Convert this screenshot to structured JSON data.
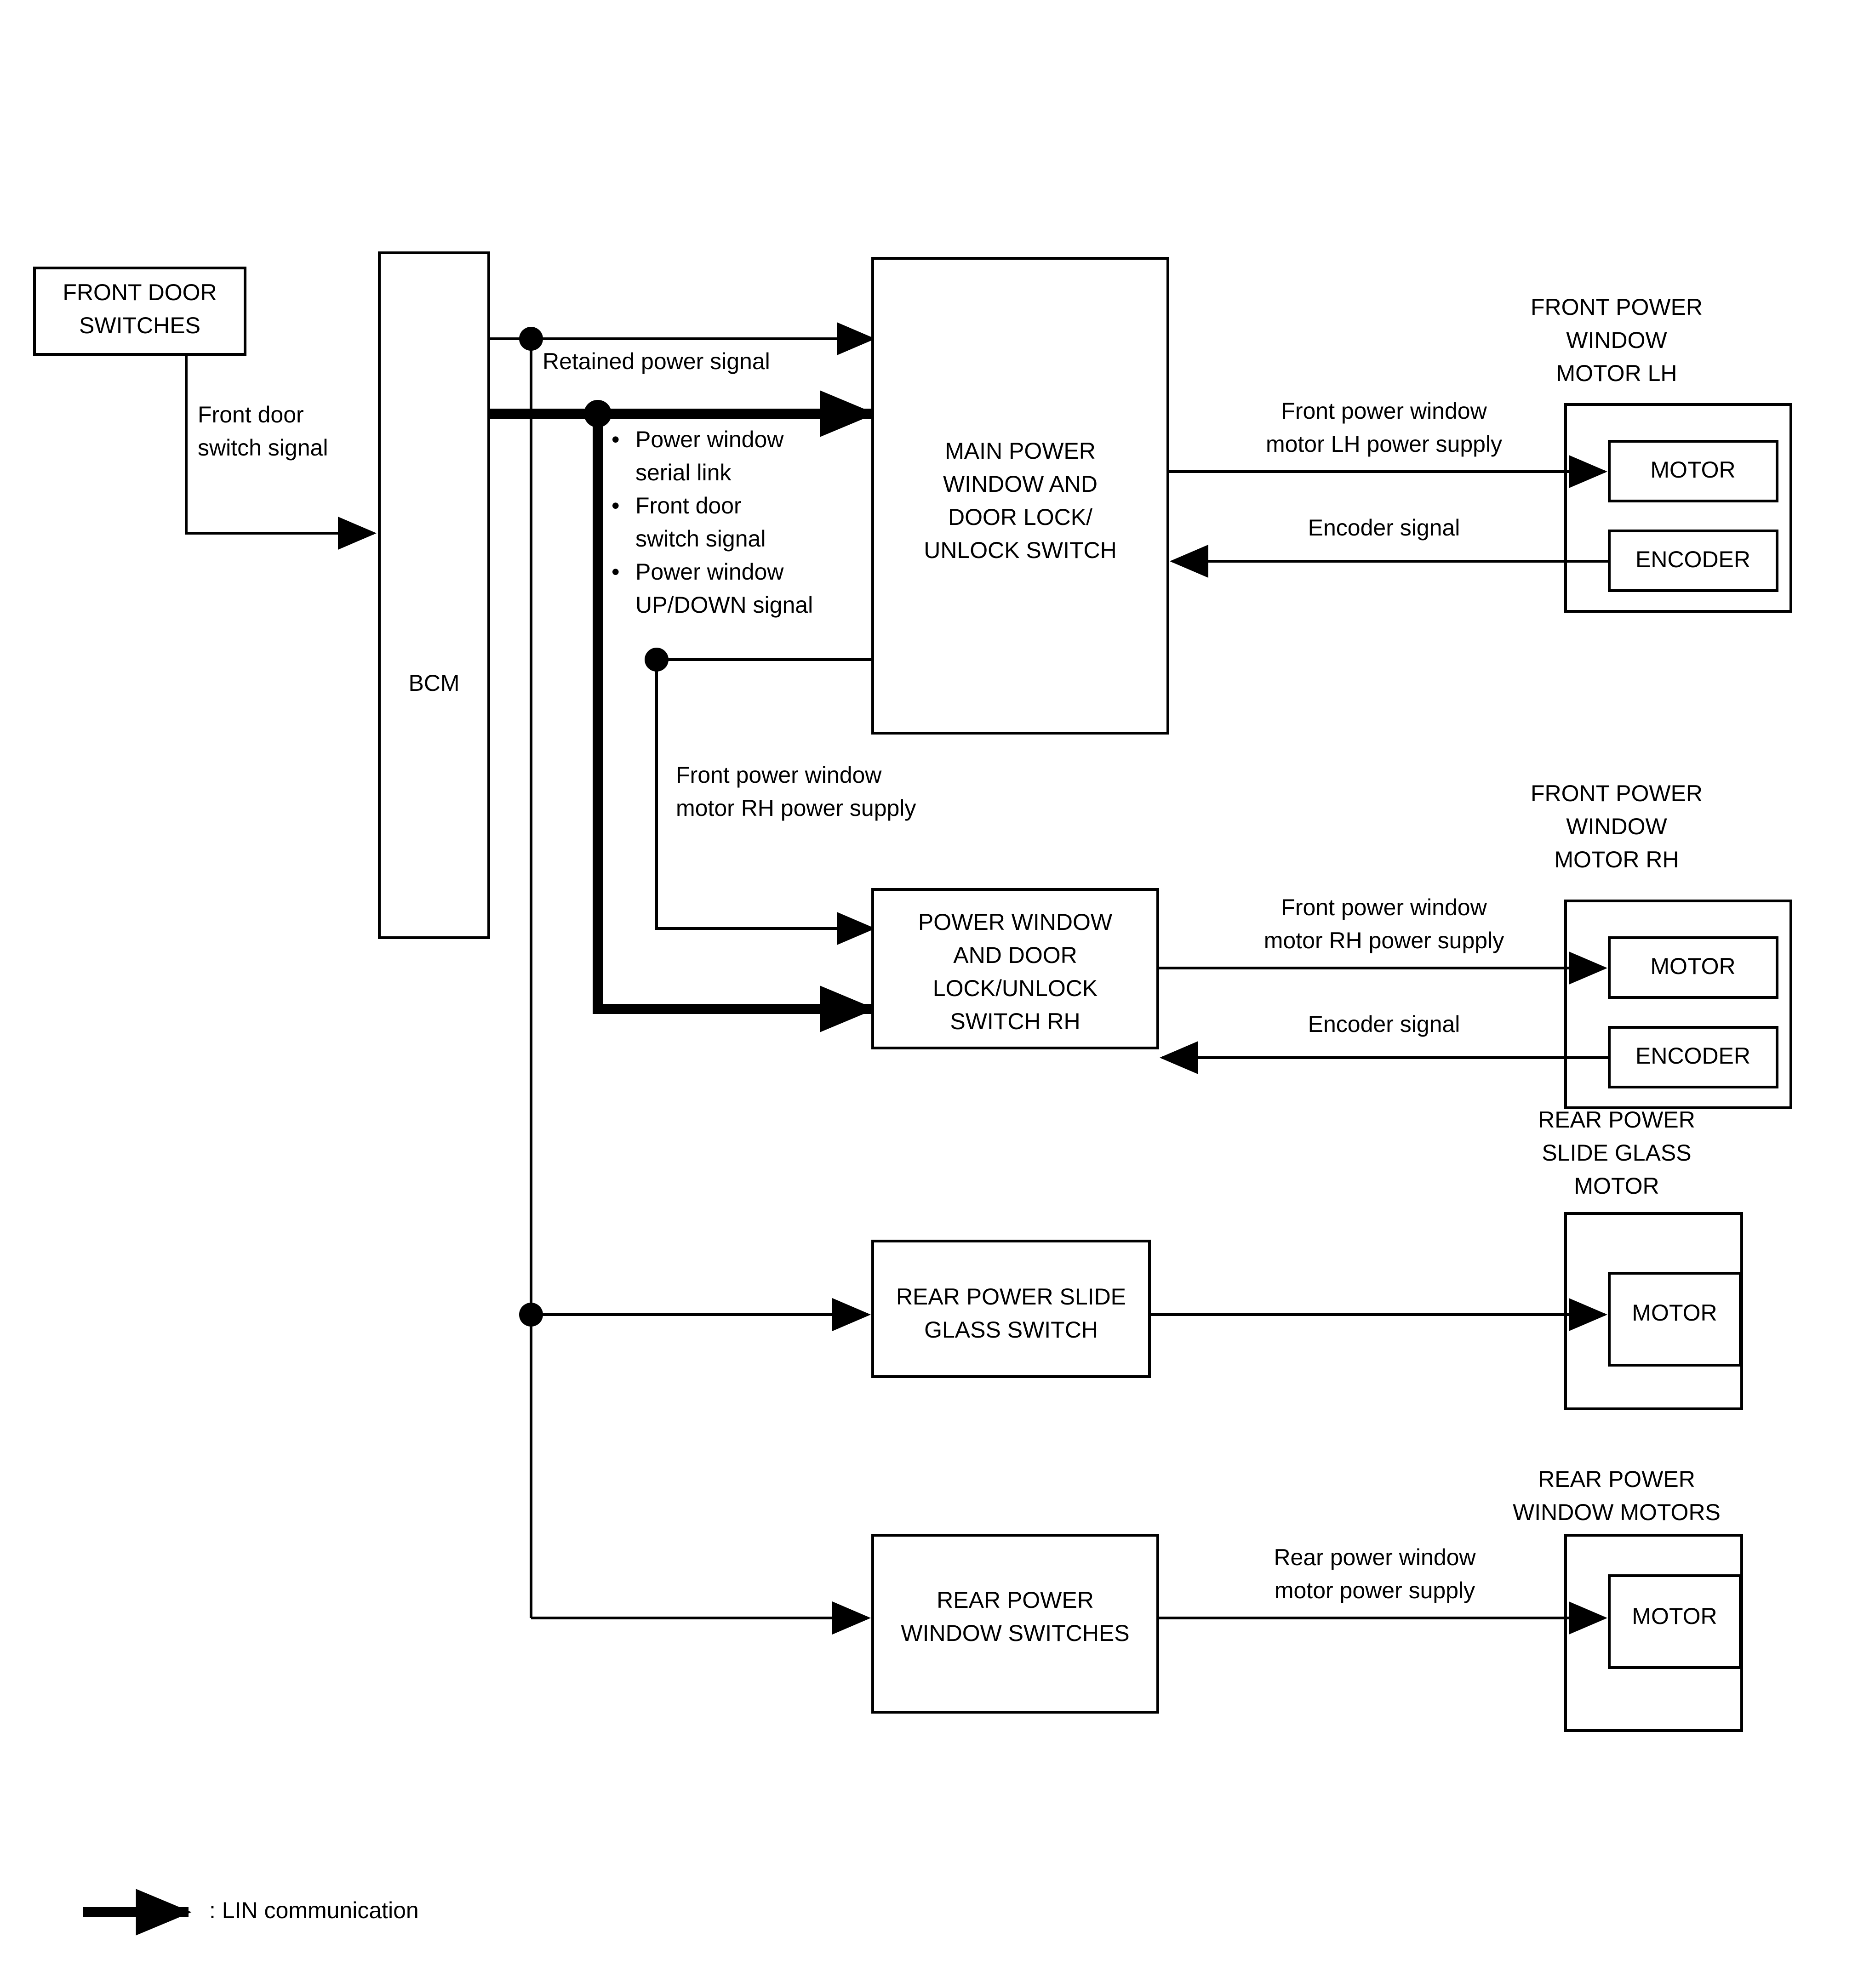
{
  "diagram": {
    "title_hidden": "",
    "legend": {
      "arrow_icon": "thick-arrow-icon",
      "label": ": LIN communication"
    },
    "boxes": {
      "front_door_switches": "FRONT DOOR\nSWITCHES",
      "front_door_switches_l1": "FRONT DOOR",
      "front_door_switches_l2": "SWITCHES",
      "bcm": "BCM",
      "main_power_switch_l1": "MAIN POWER",
      "main_power_switch_l2": "WINDOW AND",
      "main_power_switch_l3": "DOOR LOCK/",
      "main_power_switch_l4": "UNLOCK SWITCH",
      "pw_door_lock_rh_l1": "POWER WINDOW",
      "pw_door_lock_rh_l2": "AND DOOR",
      "pw_door_lock_rh_l3": "LOCK/UNLOCK",
      "pw_door_lock_rh_l4": "SWITCH RH",
      "rear_slide_glass_switch_l1": "REAR POWER SLIDE",
      "rear_slide_glass_switch_l2": "GLASS SWITCH",
      "rear_window_switches_l1": "REAR POWER",
      "rear_window_switches_l2": "WINDOW SWITCHES",
      "motor": "MOTOR",
      "encoder": "ENCODER"
    },
    "group_labels": {
      "front_pw_motor_lh_l1": "FRONT POWER",
      "front_pw_motor_lh_l2": "WINDOW",
      "front_pw_motor_lh_l3": "MOTOR LH",
      "front_pw_motor_rh_l1": "FRONT POWER",
      "front_pw_motor_rh_l2": "WINDOW",
      "front_pw_motor_rh_l3": "MOTOR RH",
      "rear_slide_glass_motor_l1": "REAR POWER",
      "rear_slide_glass_motor_l2": "SLIDE GLASS",
      "rear_slide_glass_motor_l3": "MOTOR",
      "rear_pw_motors_l1": "REAR POWER",
      "rear_pw_motors_l2": "WINDOW MOTORS"
    },
    "signals": {
      "front_door_switch_signal_l1": "Front door",
      "front_door_switch_signal_l2": "switch signal",
      "retained_power_signal": "Retained power signal",
      "lin_bullets": [
        "Power window",
        "serial link",
        "Front door",
        "switch signal",
        "Power window",
        "UP/DOWN signal"
      ],
      "bullet_glyph": "•",
      "fpw_motor_lh_supply_l1": "Front power window",
      "fpw_motor_lh_supply_l2": "motor LH power supply",
      "encoder_signal_lh": "Encoder signal",
      "fpw_motor_rh_supply_mid_l1": "Front power window",
      "fpw_motor_rh_supply_mid_l2": "motor RH power supply",
      "fpw_motor_rh_supply_right_l1": "Front power window",
      "fpw_motor_rh_supply_right_l2": "motor RH power supply",
      "encoder_signal_rh": "Encoder signal",
      "rear_pw_motor_supply_l1": "Rear power window",
      "rear_pw_motor_supply_l2": "motor power supply"
    },
    "colors": {
      "line": "#000000",
      "background": "#ffffff",
      "text": "#000000"
    }
  }
}
